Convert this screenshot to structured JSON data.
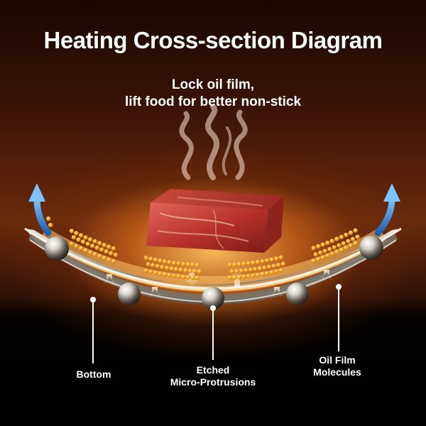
{
  "title": "Heating Cross-section Diagram",
  "subtitle": {
    "line1": "Lock oil film,",
    "line2": "lift food for better non-stick"
  },
  "labels": {
    "bottom": "Bottom",
    "etched_line1": "Etched",
    "etched_line2": "Micro-Protrusions",
    "oil_line1": "Oil Film",
    "oil_line2": "Molecules"
  },
  "colors": {
    "oil_dot": "#f5a623",
    "pan_steel": "#c9c2b6",
    "arrow_blue": "#3b8fe0",
    "glow": "#ffb347"
  },
  "icons": [
    "steam-icon",
    "meat-image",
    "heat-arrow-icon",
    "steel-ball-icon"
  ]
}
